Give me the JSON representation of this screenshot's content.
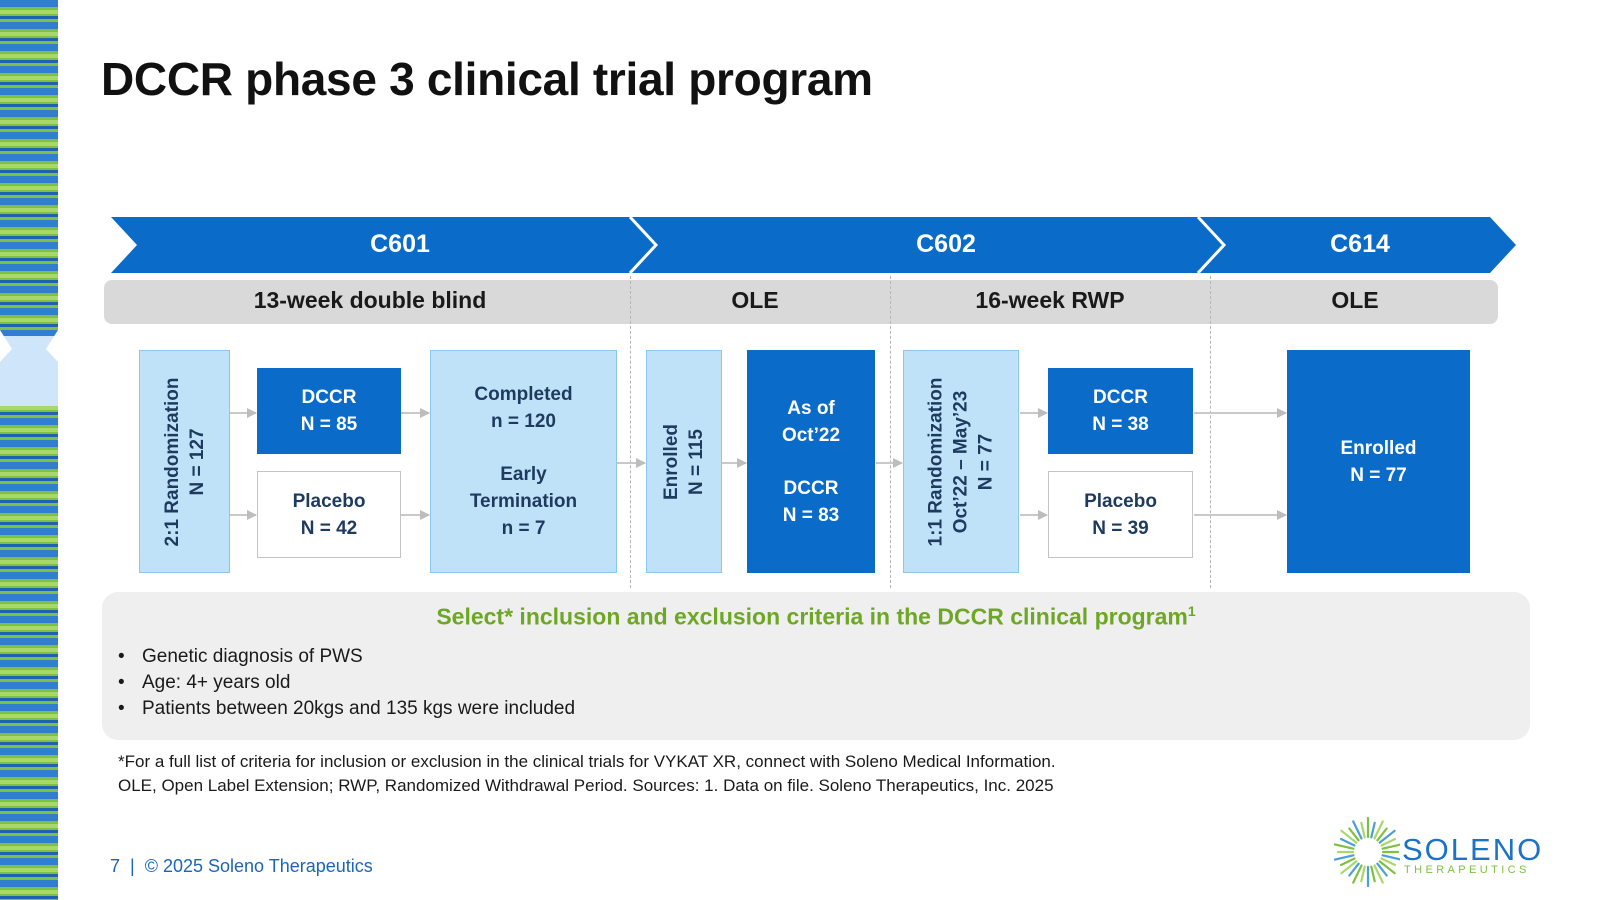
{
  "title": "DCCR phase 3 clinical trial program",
  "studies": {
    "c601": "C601",
    "c602": "C602",
    "c614": "C614"
  },
  "phases": {
    "double_blind": "13-week double blind",
    "ole_1": "OLE",
    "rwp": "16-week RWP",
    "ole_2": "OLE"
  },
  "boxes": {
    "randomization_1": [
      "2:1 Randomization",
      "N = 127"
    ],
    "dccr_1": [
      "DCCR",
      "N = 85"
    ],
    "placebo_1": [
      "Placebo",
      "N = 42"
    ],
    "completed": [
      "Completed",
      "n = 120"
    ],
    "early_termination": [
      "Early",
      "Termination",
      "n = 7"
    ],
    "enrolled_1": [
      "Enrolled",
      "N = 115"
    ],
    "as_of": [
      "As of",
      "Oct’22"
    ],
    "as_of_dccr": [
      "DCCR",
      "N = 83"
    ],
    "randomization_2": [
      "1:1 Randomization",
      "Oct’22 – May’23",
      "N = 77"
    ],
    "dccr_2": [
      "DCCR",
      "N = 38"
    ],
    "placebo_2": [
      "Placebo",
      "N = 39"
    ],
    "enrolled_2": [
      "Enrolled",
      "N = 77"
    ]
  },
  "criteria": {
    "title": "Select* inclusion and exclusion criteria in the DCCR clinical program",
    "title_sup": "1",
    "items": [
      "Genetic diagnosis of PWS",
      "Age: 4+ years old",
      "Patients between 20kgs and 135 kgs were included"
    ]
  },
  "footnotes": [
    "*For a full list of criteria for inclusion or exclusion in the clinical trials for VYKAT XR, connect with Soleno Medical Information.",
    "OLE, Open Label Extension; RWP, Randomized Withdrawal Period. Sources: 1. Data on file. Soleno Therapeutics, Inc. 2025"
  ],
  "footer": "7  |  © 2025 Soleno Therapeutics",
  "logo": {
    "word": "SOLENO",
    "sub": "THERAPEUTICS"
  },
  "colors": {
    "blue": "#0a6bc8",
    "light_blue": "#bfe2f9",
    "green": "#6ea725",
    "grey": "#d9d9d9"
  }
}
